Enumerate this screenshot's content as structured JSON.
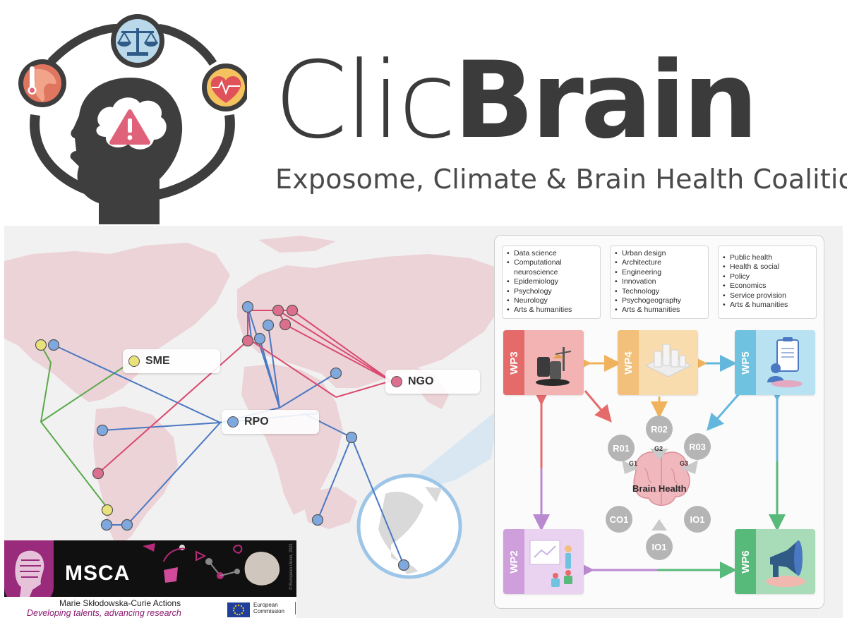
{
  "header": {
    "title_light": "Clic",
    "title_bold": "Brain",
    "subtitle": "Exposome, Climate & Brain Health Coalition"
  },
  "map": {
    "labels": {
      "sme": "SME",
      "ngo": "NGO",
      "rpo": "RPO"
    },
    "colors": {
      "sme": "#e9e27a",
      "ngo": "#dd6f8e",
      "rpo": "#7fa8df",
      "sme_line": "#5aa94a",
      "ngo_line": "#d94a6e",
      "rpo_line": "#4a78c2",
      "land": "#ecd3d8",
      "zoom_line": "#9cc5e8"
    }
  },
  "disciplines": {
    "box1": [
      "Data science",
      "Computational neuroscience",
      "Epidemiology",
      "Psychology",
      "Neurology",
      "Arts & humanities"
    ],
    "box2": [
      "Urban design",
      "Architecture",
      "Engineering",
      "Innovation",
      "Technology",
      "Psychogeography",
      "Arts & humanities"
    ],
    "box3": [
      "Public health",
      "Health & social",
      "Policy",
      "Economics",
      "Service provision",
      "Arts & humanities"
    ]
  },
  "work_packages": {
    "wp3": "WP3",
    "wp4": "WP4",
    "wp5": "WP5",
    "wp2": "WP2",
    "wp6": "WP6",
    "colors": {
      "wp3": "#e56b6b",
      "wp4": "#f2c07a",
      "wp5": "#6fc3e0",
      "wp2": "#cf9fdc",
      "wp6": "#57b97a"
    }
  },
  "goals": {
    "ro1": "R01",
    "ro2": "R02",
    "ro3": "R03",
    "co1": "CO1",
    "io1_left": "IO1",
    "io1_right": "IO1",
    "g1": "G1",
    "g2": "G2",
    "g3": "G3",
    "center": "Brain Health"
  },
  "msca": {
    "title": "MSCA",
    "name": "Marie Skłodowska-Curie Actions",
    "tagline": "Developing talents, advancing research",
    "eu_line1": "European",
    "eu_line2": "Commission",
    "copyright": "© European Union, 2021"
  },
  "icons": [
    "head-icon",
    "brain-icon",
    "warning-icon",
    "globe-thermometer-icon",
    "scales-icon",
    "heart-pulse-icon",
    "megaphone-icon"
  ]
}
